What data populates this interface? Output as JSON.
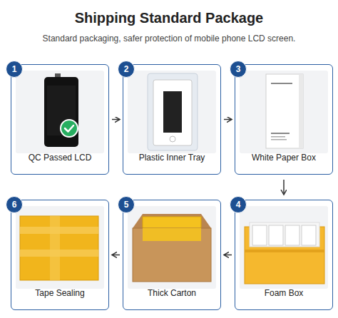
{
  "diagram": {
    "title": "Shipping Standard Package",
    "nodes": [
      {
        "text": [
          "QC Passed LCD"
        ]
      },
      {
        "text": [
          "1"
        ],
        "in": 0
      },
      {
        "text": [
          "Plastic Inner Tray"
        ]
      },
      {
        "text": [
          "2"
        ],
        "in": 2
      },
      {
        "text": [
          "White Paper Box"
        ]
      },
      {
        "text": [
          "3"
        ],
        "in": 4
      },
      {
        "text": [
          "Foam Box"
        ]
      },
      {
        "text": [
          "4"
        ],
        "in": 6
      },
      {
        "text": [
          "Thick Carton"
        ]
      },
      {
        "text": [
          "5"
        ],
        "in": 8
      },
      {
        "text": [
          "Tape Sealing"
        ]
      },
      {
        "text": [
          "6"
        ],
        "in": 10
      }
    ],
    "edges": [
      {
        "from": 0,
        "to": 2,
        "arrow": "to"
      },
      {
        "from": 2,
        "to": 4,
        "arrow": "to"
      },
      {
        "from": 4,
        "to": 6,
        "arrow": "to"
      },
      {
        "from": 6,
        "to": 8,
        "arrow": "to"
      },
      {
        "from": 8,
        "to": 10,
        "arrow": "to"
      }
    ],
    "labels": [
      "Standard packaging, safer protection of mobile phone LCD screen."
    ]
  }
}
